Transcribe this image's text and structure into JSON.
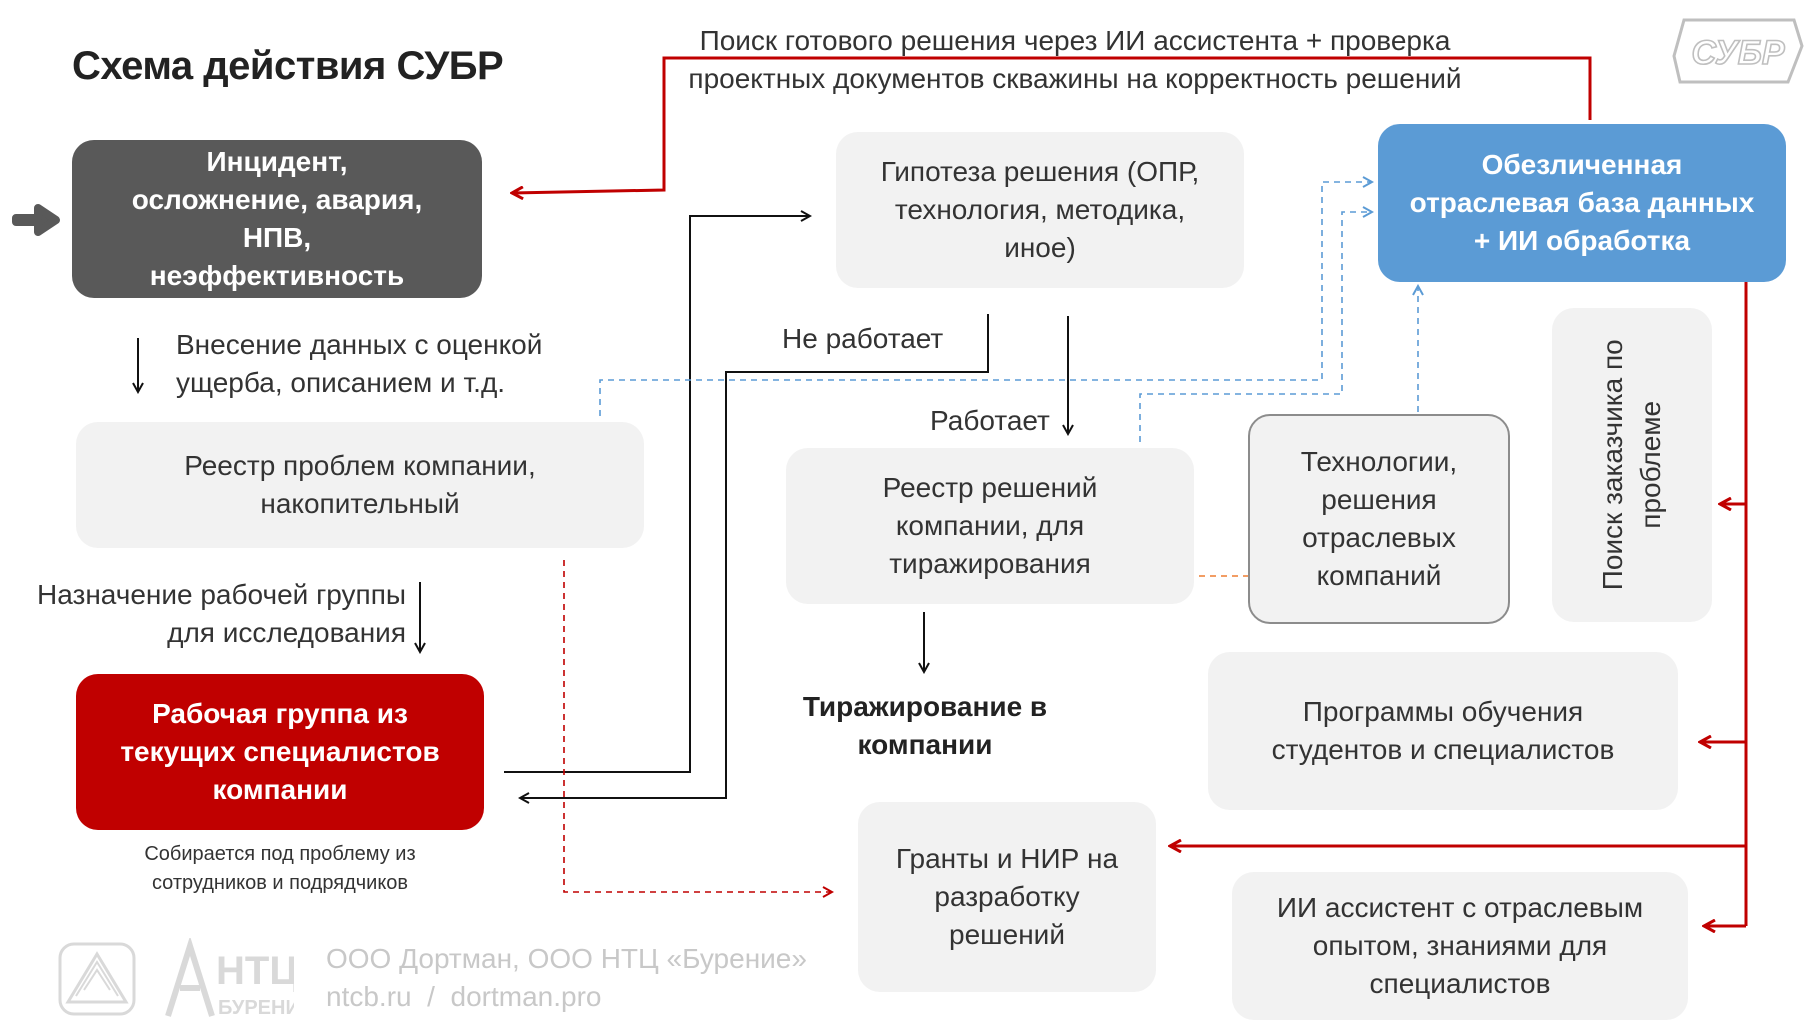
{
  "title": "Схема действия СУБР",
  "logo_text": "СУБР",
  "top_note": {
    "line1": "Поиск готового решения через ИИ ассистента + проверка",
    "line2": "проектных документов скважины на корректность решений"
  },
  "nodes": {
    "incident": "Инцидент, осложнение, авария, НПВ, неэффективность",
    "registry_problems": "Реестр проблем компании, накопительный",
    "working_group": "Рабочая группа из текущих специалистов компании",
    "hypothesis": "Гипотеза решения (ОПР, технология, методика, иное)",
    "registry_solutions": "Реестр решений компании, для тиражирования",
    "industry_db": "Обезличенная отраслевая база данных + ИИ обработка",
    "industry_tech": "Технологии, решения отраслевых компаний",
    "customer_search": "Поиск заказчика по проблеме",
    "training": "Программы обучения студентов и специалистов",
    "grants": "Гранты и НИР на разработку решений",
    "ai_assistant": "ИИ ассистент с отраслевым опытом, знаниями для специалистов"
  },
  "labels": {
    "data_entry": "Внесение данных с оценкой ущерба, описанием и т.д.",
    "assign_group": "Назначение рабочей группы для исследования",
    "group_note": "Собирается под проблему из сотрудников и подрядчиков",
    "not_working": "Не работает",
    "working": "Работает",
    "replication": "Тиражирование в компании"
  },
  "footer": {
    "company": "ООО Дортман, ООО НТЦ «Бурение»",
    "sites": "ntcb.ru  /  dortman.pro",
    "ntc_logo_main": "НТЦ",
    "ntc_logo_sub": "БУРЕНИЕ"
  },
  "colors": {
    "dark_box": "#595959",
    "red_box": "#c00000",
    "blue_box": "#5b9bd5",
    "grey_box": "#f2f2f2",
    "red_line": "#c00000",
    "blue_dash": "#5b9bd5",
    "orange_dash": "#ed7d31"
  }
}
